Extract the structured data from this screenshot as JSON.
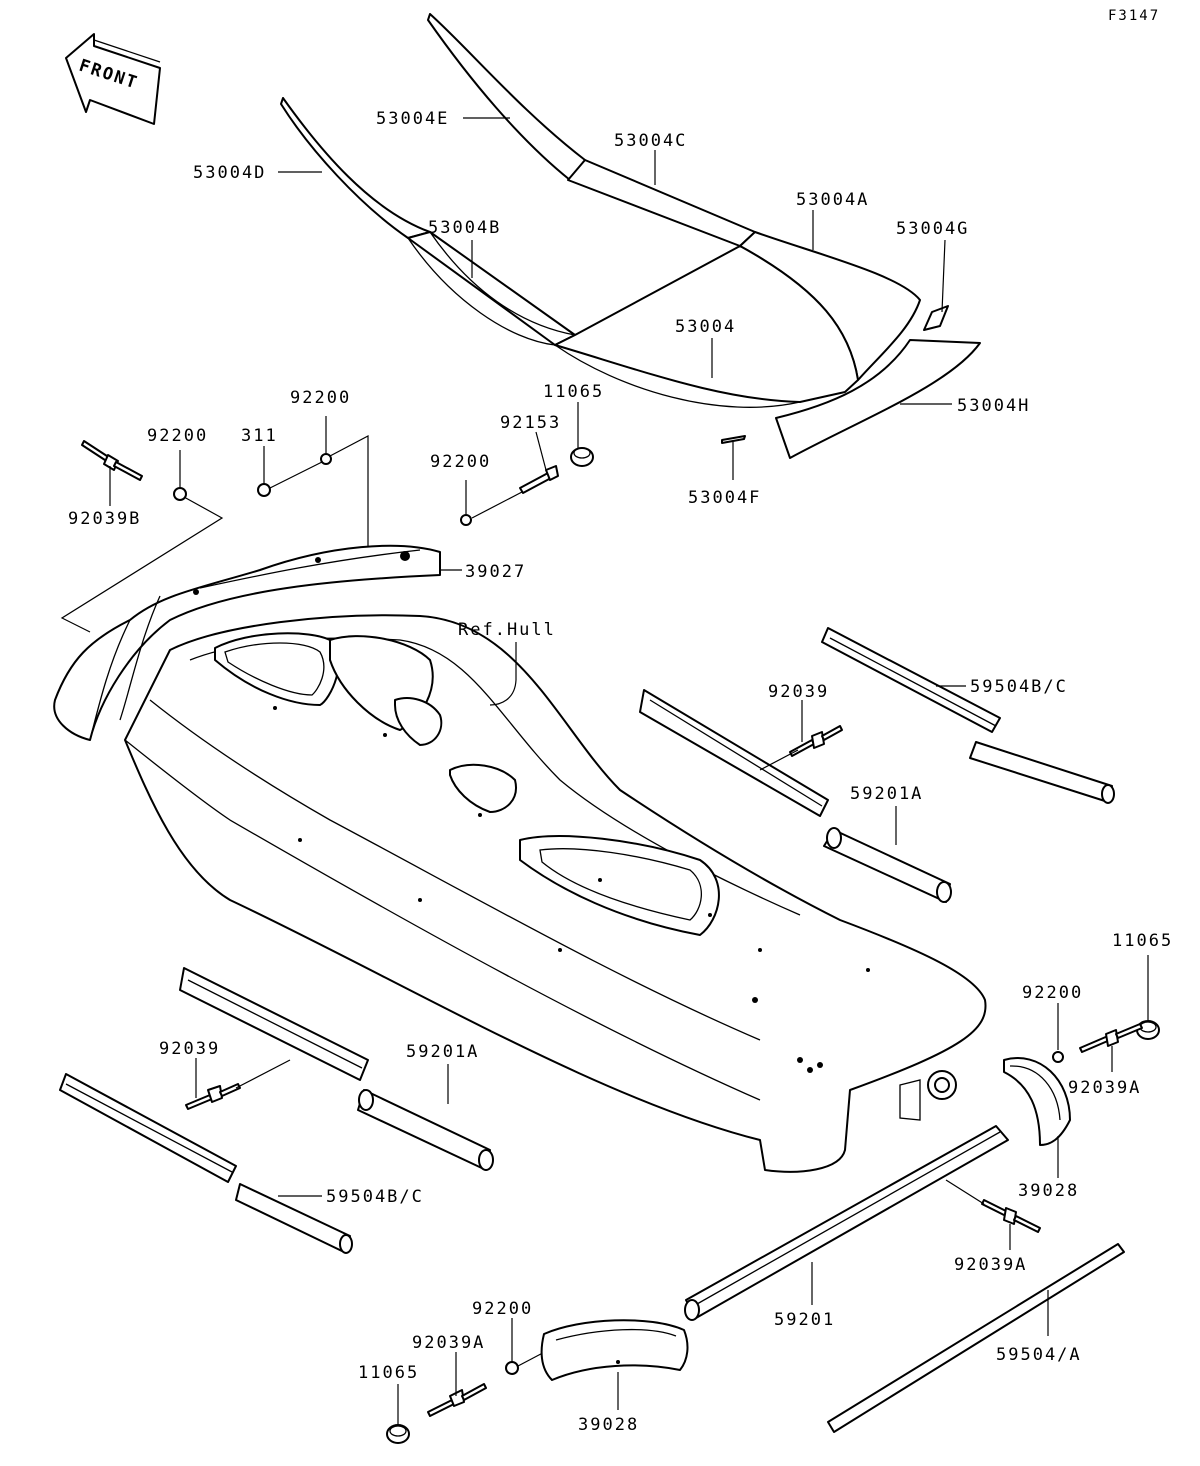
{
  "diagram_code": "F3147",
  "front_arrow": "FRONT",
  "ref_label": "Ref.Hull",
  "labels": {
    "53004E": "53004E",
    "53004C": "53004C",
    "53004D": "53004D",
    "53004A": "53004A",
    "53004B": "53004B",
    "53004G": "53004G",
    "53004": "53004",
    "53004H": "53004H",
    "53004F": "53004F",
    "92200_a": "92200",
    "92200_b": "92200",
    "311": "311",
    "11065_a": "11065",
    "92153": "92153",
    "92200_c": "92200",
    "92039B": "92039B",
    "39027": "39027",
    "59504BC_a": "59504B/C",
    "92039_a": "92039",
    "59201A_a": "59201A",
    "11065_b": "11065",
    "92200_d": "92200",
    "92039A_a": "92039A",
    "92039_b": "92039",
    "59201A_b": "59201A",
    "39028_a": "39028",
    "59504BC_b": "59504B/C",
    "92039A_b": "92039A",
    "59201": "59201",
    "92200_e": "92200",
    "92039A_c": "92039A",
    "59504A": "59504/A",
    "11065_c": "11065",
    "39028_b": "39028"
  }
}
